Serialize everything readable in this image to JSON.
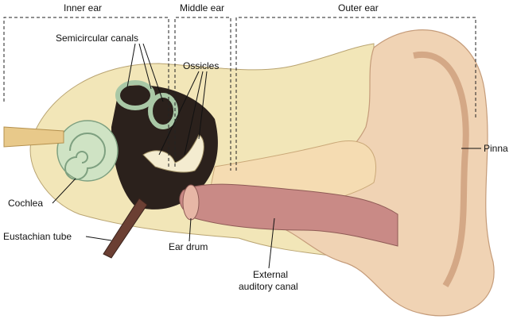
{
  "regions": {
    "inner_ear": "Inner ear",
    "middle_ear": "Middle ear",
    "outer_ear": "Outer ear"
  },
  "labels": {
    "semicircular_canals": "Semicircular canals",
    "ossicles": "Ossicles",
    "cochlea": "Cochlea",
    "eustachian_tube": "Eustachian tube",
    "ear_drum": "Ear drum",
    "external_auditory_canal_line1": "External",
    "external_auditory_canal_line2": "auditory canal",
    "pinna": "Pinna"
  },
  "colors": {
    "skin": "#f0d3b4",
    "bone": "#f2e6b8",
    "canal": "#c98a86",
    "cochlea": "#cfe3c4",
    "cavity": "#2b211c"
  }
}
